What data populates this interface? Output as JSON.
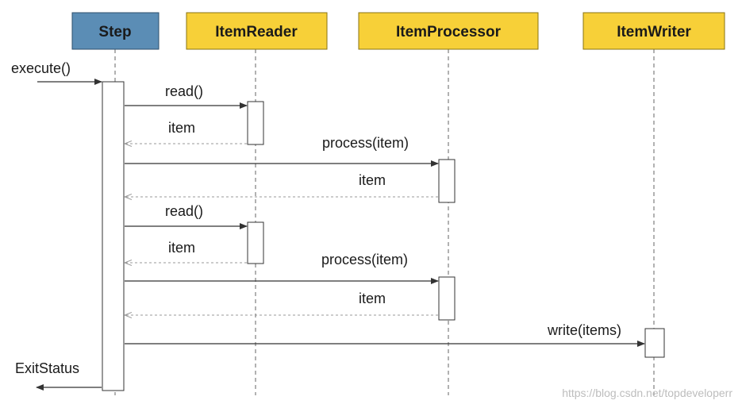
{
  "diagram": {
    "participants": [
      {
        "id": "step",
        "label": "Step",
        "fill": "#5b8db5"
      },
      {
        "id": "reader",
        "label": "ItemReader",
        "fill": "#f7d038"
      },
      {
        "id": "processor",
        "label": "ItemProcessor",
        "fill": "#f7d038"
      },
      {
        "id": "writer",
        "label": "ItemWriter",
        "fill": "#f7d038"
      }
    ],
    "messages": [
      {
        "label": "execute()",
        "kind": "call",
        "from": "external",
        "to": "step"
      },
      {
        "label": "read()",
        "kind": "call",
        "from": "step",
        "to": "reader"
      },
      {
        "label": "item",
        "kind": "return",
        "from": "reader",
        "to": "step"
      },
      {
        "label": "process(item)",
        "kind": "call",
        "from": "step",
        "to": "processor"
      },
      {
        "label": "item",
        "kind": "return",
        "from": "processor",
        "to": "step"
      },
      {
        "label": "read()",
        "kind": "call",
        "from": "step",
        "to": "reader"
      },
      {
        "label": "item",
        "kind": "return",
        "from": "reader",
        "to": "step"
      },
      {
        "label": "process(item)",
        "kind": "call",
        "from": "step",
        "to": "processor"
      },
      {
        "label": "item",
        "kind": "return",
        "from": "processor",
        "to": "step"
      },
      {
        "label": "write(items)",
        "kind": "call",
        "from": "step",
        "to": "writer"
      },
      {
        "label": "ExitStatus",
        "kind": "return",
        "from": "step",
        "to": "external"
      }
    ],
    "watermark": "https://blog.csdn.net/topdeveloperr",
    "colors": {
      "line": "#333333",
      "return_line": "#999999",
      "activation_fill": "#ffffff",
      "lifeline": "#666666"
    }
  }
}
